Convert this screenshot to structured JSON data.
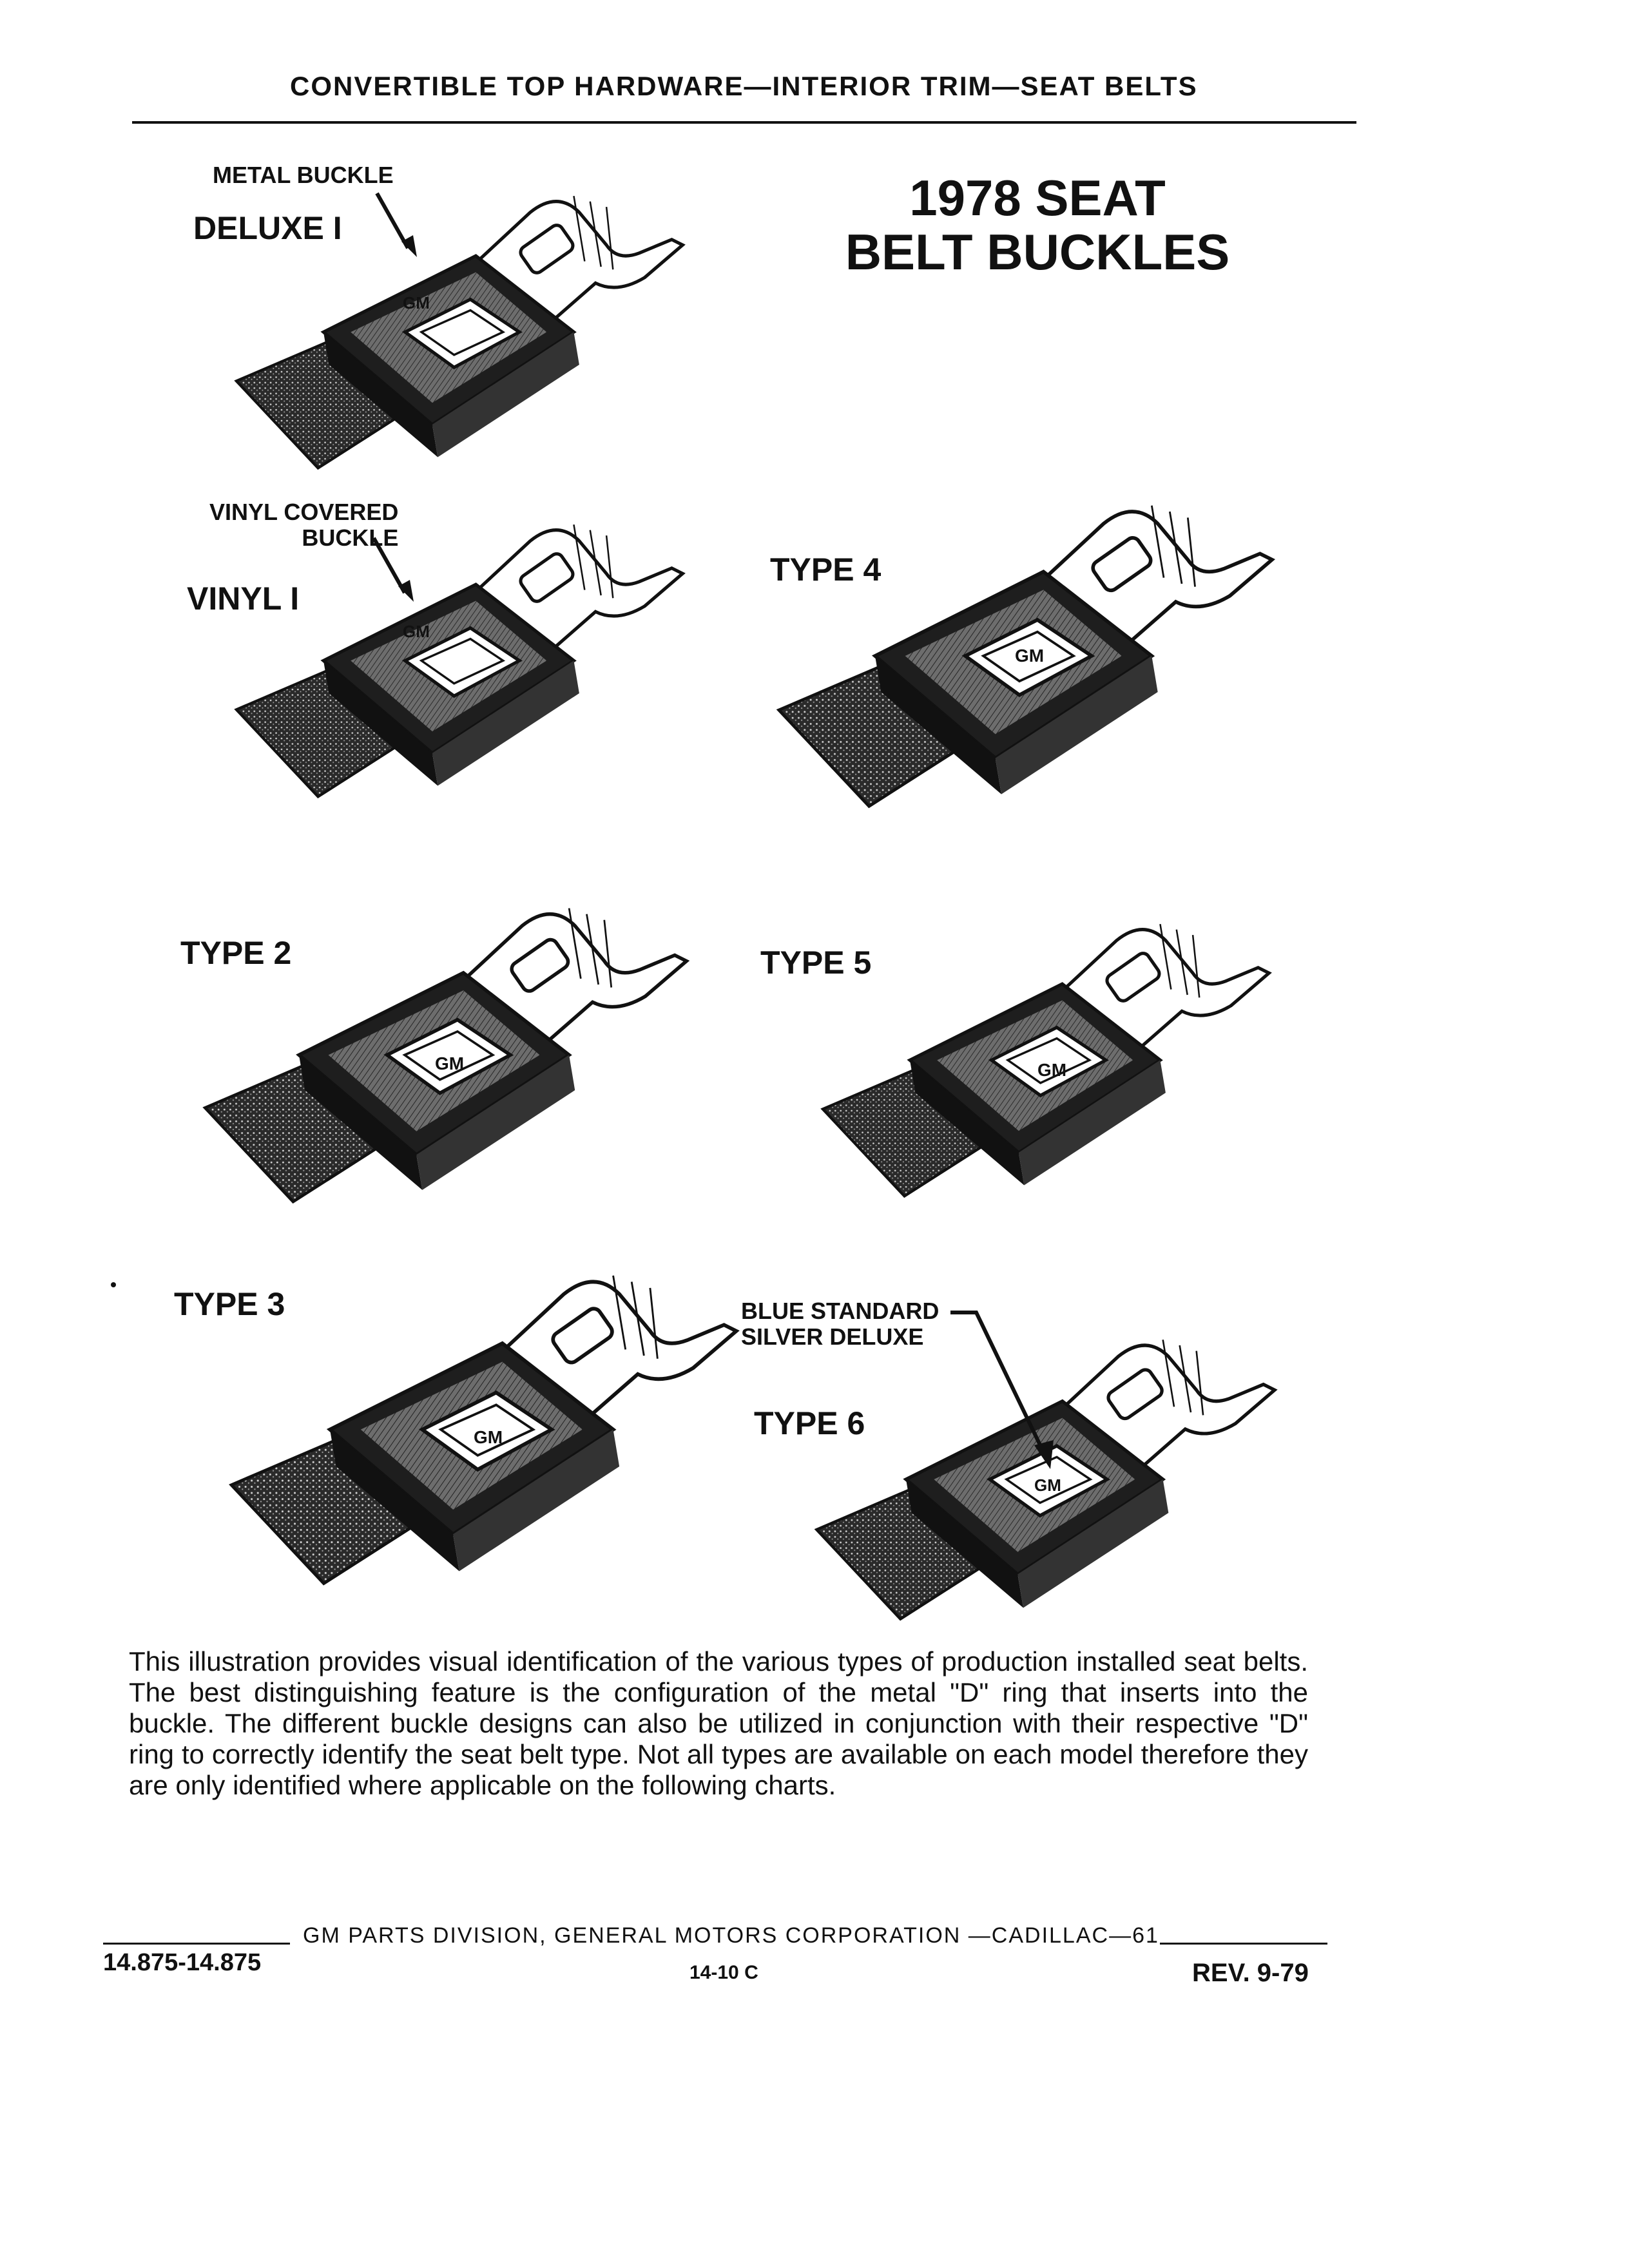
{
  "header": {
    "title": "CONVERTIBLE TOP HARDWARE—INTERIOR TRIM—SEAT BELTS"
  },
  "page_title": [
    "1978 SEAT",
    "BELT BUCKLES"
  ],
  "buckles": [
    {
      "id": "deluxe1",
      "callout": "METAL BUCKLE",
      "label": "DELUXE I",
      "emblem": "GM"
    },
    {
      "id": "vinyl1",
      "callout": [
        "VINYL COVERED",
        "BUCKLE"
      ],
      "label": "VINYL I",
      "emblem": "GM"
    },
    {
      "id": "type4",
      "label": "TYPE 4",
      "emblem": "GM"
    },
    {
      "id": "type2",
      "label": "TYPE 2",
      "emblem": "GM"
    },
    {
      "id": "type5",
      "label": "TYPE 5",
      "emblem": "GM"
    },
    {
      "id": "type3",
      "label": "TYPE 3",
      "emblem": "GM"
    },
    {
      "id": "type6",
      "callout": [
        "BLUE STANDARD",
        "SILVER DELUXE"
      ],
      "label": "TYPE 6",
      "emblem": "GM"
    }
  ],
  "description": "This illustration provides visual identification of the various types of production installed seat belts. The best distinguishing feature is the configuration of the metal \"D\" ring that inserts into the buckle. The different buckle designs can also be utilized in conjunction with their respective \"D\" ring to correctly identify the seat belt type. Not all types are available on each model therefore they are only identified where applicable on the following charts.",
  "footer": {
    "left_code": "14.875-14.875",
    "center": "GM PARTS DIVISION, GENERAL MOTORS CORPORATION —CADILLAC—61",
    "page": "14-10 C",
    "revision": "REV. 9-79"
  }
}
